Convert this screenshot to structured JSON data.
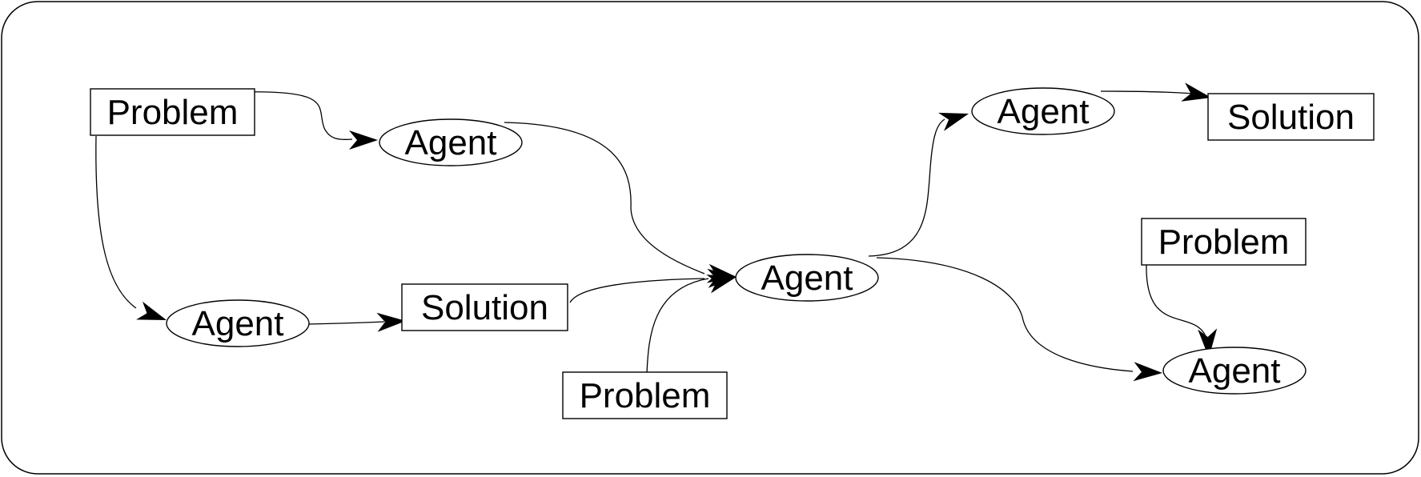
{
  "nodes": [
    {
      "id": "problem-1",
      "kind": "box",
      "label": "Problem"
    },
    {
      "id": "agent-1",
      "kind": "ellipse",
      "label": "Agent"
    },
    {
      "id": "agent-2",
      "kind": "ellipse",
      "label": "Agent"
    },
    {
      "id": "solution-1",
      "kind": "box",
      "label": "Solution"
    },
    {
      "id": "problem-2",
      "kind": "box",
      "label": "Problem"
    },
    {
      "id": "agent-center",
      "kind": "ellipse",
      "label": "Agent"
    },
    {
      "id": "agent-3",
      "kind": "ellipse",
      "label": "Agent"
    },
    {
      "id": "solution-2",
      "kind": "box",
      "label": "Solution"
    },
    {
      "id": "problem-3",
      "kind": "box",
      "label": "Problem"
    },
    {
      "id": "agent-4",
      "kind": "ellipse",
      "label": "Agent"
    }
  ],
  "edges": [
    {
      "from": "problem-1",
      "to": "agent-1"
    },
    {
      "from": "problem-1",
      "to": "agent-2"
    },
    {
      "from": "agent-2",
      "to": "solution-1"
    },
    {
      "from": "agent-1",
      "to": "agent-center"
    },
    {
      "from": "solution-1",
      "to": "agent-center"
    },
    {
      "from": "problem-2",
      "to": "agent-center"
    },
    {
      "from": "agent-center",
      "to": "agent-3"
    },
    {
      "from": "agent-3",
      "to": "solution-2"
    },
    {
      "from": "agent-center",
      "to": "agent-4"
    },
    {
      "from": "problem-3",
      "to": "agent-4"
    }
  ]
}
